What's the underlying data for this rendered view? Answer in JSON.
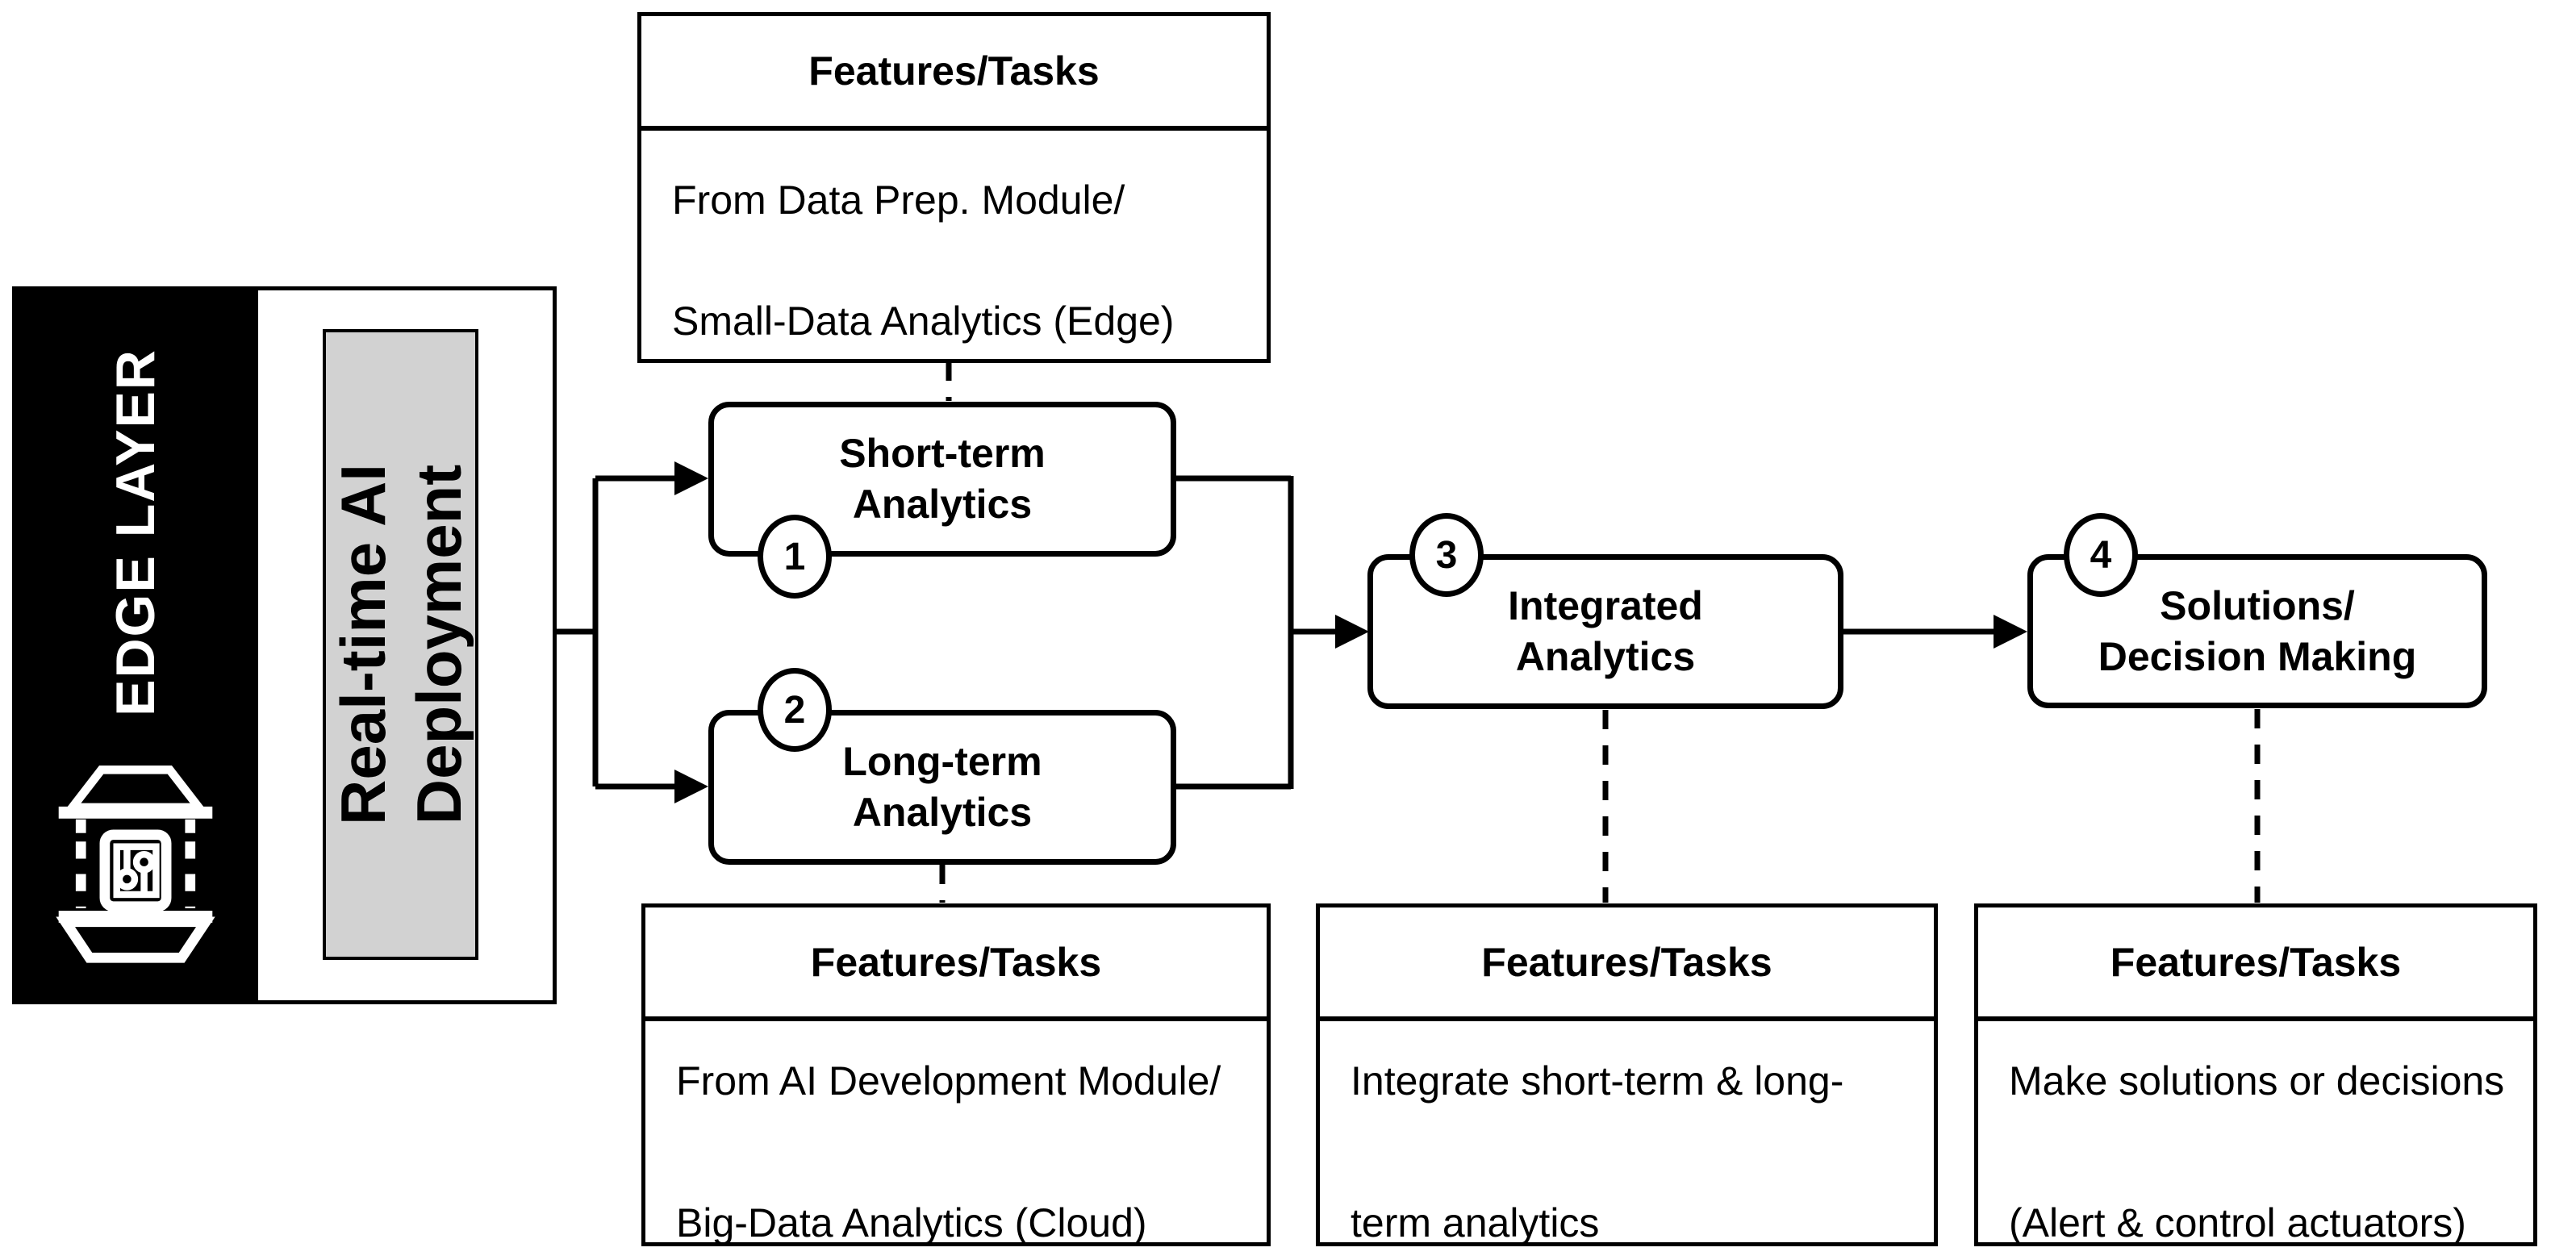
{
  "left_panel": {
    "layer_label": "EDGE LAYER",
    "module_lines": [
      "Real-time AI",
      "Deployment"
    ],
    "icon": "edge-device-icon"
  },
  "nodes": [
    {
      "badge": "1",
      "lines": [
        "Short-term",
        "Analytics"
      ]
    },
    {
      "badge": "2",
      "lines": [
        "Long-term",
        "Analytics"
      ]
    },
    {
      "badge": "3",
      "lines": [
        "Integrated",
        "Analytics"
      ]
    },
    {
      "badge": "4",
      "lines": [
        "Solutions/",
        "Decision Making"
      ]
    }
  ],
  "feature_boxes": [
    {
      "title": "Features/Tasks",
      "lines": [
        "From Data Prep. Module/",
        "Small-Data Analytics (Edge)"
      ]
    },
    {
      "title": "Features/Tasks",
      "lines": [
        "From AI Development Module/",
        "Big-Data Analytics (Cloud)"
      ]
    },
    {
      "title": "Features/Tasks",
      "lines": [
        "Integrate short-term & long-",
        "term analytics"
      ]
    },
    {
      "title": "Features/Tasks",
      "lines": [
        "Make solutions or decisions",
        "(Alert & control actuators)"
      ]
    }
  ],
  "colors": {
    "panel_bg": "#000000",
    "panel_text": "#ffffff",
    "module_bg": "#d2d2d2",
    "line": "#000000",
    "box_bg": "#ffffff",
    "text": "#000000"
  }
}
